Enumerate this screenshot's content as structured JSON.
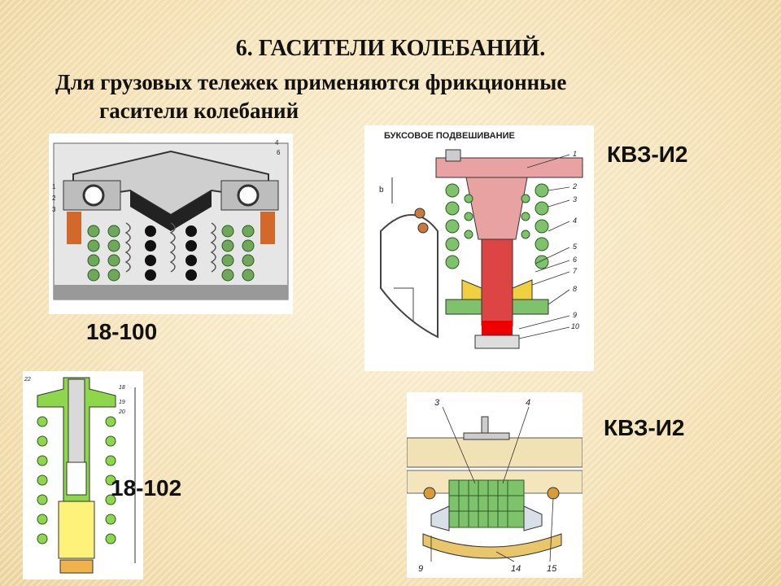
{
  "slide": {
    "title": "6. ГАСИТЕЛИ КОЛЕБАНИЙ.",
    "subtitle_line1": "Для грузовых тележек применяются фрикционные",
    "subtitle_line2": "гасители колебаний"
  },
  "figures": {
    "fig1": {
      "caption": "18-100",
      "numbers": [
        "4",
        "6",
        "1",
        "2",
        "3"
      ]
    },
    "fig2": {
      "header": "БУКСОВОЕ ПОДВЕШИВАНИЕ",
      "caption": "КВЗ-И2",
      "numbers": [
        "1",
        "2",
        "3",
        "4",
        "5",
        "6",
        "7",
        "8",
        "9",
        "10"
      ],
      "dim_letter": "b"
    },
    "fig3": {
      "caption": "18-102",
      "numbers": [
        "22",
        "18",
        "19",
        "20"
      ]
    },
    "fig4": {
      "caption": "КВЗ-И2",
      "numbers": [
        "3",
        "4",
        "9",
        "14",
        "15"
      ]
    }
  }
}
